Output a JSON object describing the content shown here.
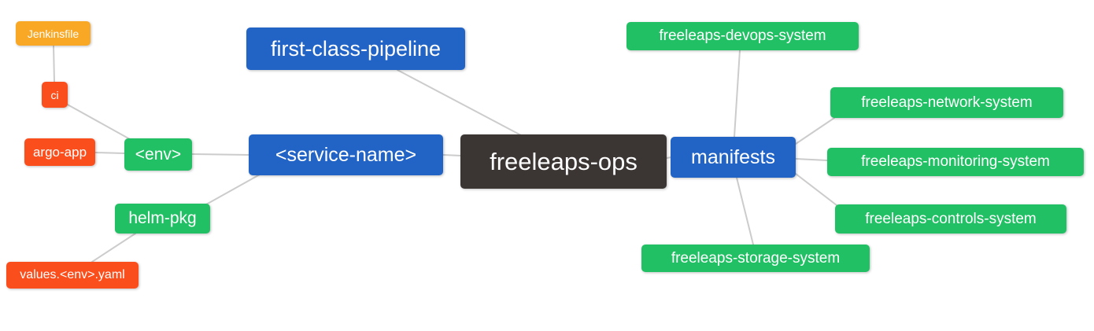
{
  "diagram": {
    "type": "mindmap",
    "root": "freeleaps-ops",
    "background": "#ffffff",
    "edge_color": "#cccccc",
    "palette": {
      "blue": "#2264c5",
      "green": "#22c064",
      "orange": "#f9a825",
      "red": "#fa4e1d",
      "dark": "#3b3534"
    },
    "nodes": [
      {
        "id": "jenkinsfile",
        "label": "Jenkinsfile",
        "color": "orange"
      },
      {
        "id": "ci",
        "label": "ci",
        "color": "red"
      },
      {
        "id": "argo-app",
        "label": "argo-app",
        "color": "red"
      },
      {
        "id": "env",
        "label": "<env>",
        "color": "green"
      },
      {
        "id": "helm-pkg",
        "label": "helm-pkg",
        "color": "green"
      },
      {
        "id": "values-env-yaml",
        "label": "values.<env>.yaml",
        "color": "red"
      },
      {
        "id": "first-class-pipeline",
        "label": "first-class-pipeline",
        "color": "blue"
      },
      {
        "id": "service-name",
        "label": "<service-name>",
        "color": "blue"
      },
      {
        "id": "freeleaps-ops",
        "label": "freeleaps-ops",
        "color": "dark"
      },
      {
        "id": "manifests",
        "label": "manifests",
        "color": "blue"
      },
      {
        "id": "devops-system",
        "label": "freeleaps-devops-system",
        "color": "green"
      },
      {
        "id": "network-system",
        "label": "freeleaps-network-system",
        "color": "green"
      },
      {
        "id": "monitoring-system",
        "label": "freeleaps-monitoring-system",
        "color": "green"
      },
      {
        "id": "controls-system",
        "label": "freeleaps-controls-system",
        "color": "green"
      },
      {
        "id": "storage-system",
        "label": "freeleaps-storage-system",
        "color": "green"
      }
    ],
    "edges": [
      {
        "from": "jenkinsfile",
        "to": "ci"
      },
      {
        "from": "ci",
        "to": "env"
      },
      {
        "from": "argo-app",
        "to": "env"
      },
      {
        "from": "env",
        "to": "service-name"
      },
      {
        "from": "helm-pkg",
        "to": "service-name"
      },
      {
        "from": "values-env-yaml",
        "to": "helm-pkg"
      },
      {
        "from": "first-class-pipeline",
        "to": "freeleaps-ops"
      },
      {
        "from": "service-name",
        "to": "freeleaps-ops"
      },
      {
        "from": "freeleaps-ops",
        "to": "manifests"
      },
      {
        "from": "manifests",
        "to": "devops-system"
      },
      {
        "from": "manifests",
        "to": "network-system"
      },
      {
        "from": "manifests",
        "to": "monitoring-system"
      },
      {
        "from": "manifests",
        "to": "controls-system"
      },
      {
        "from": "manifests",
        "to": "storage-system"
      }
    ]
  }
}
